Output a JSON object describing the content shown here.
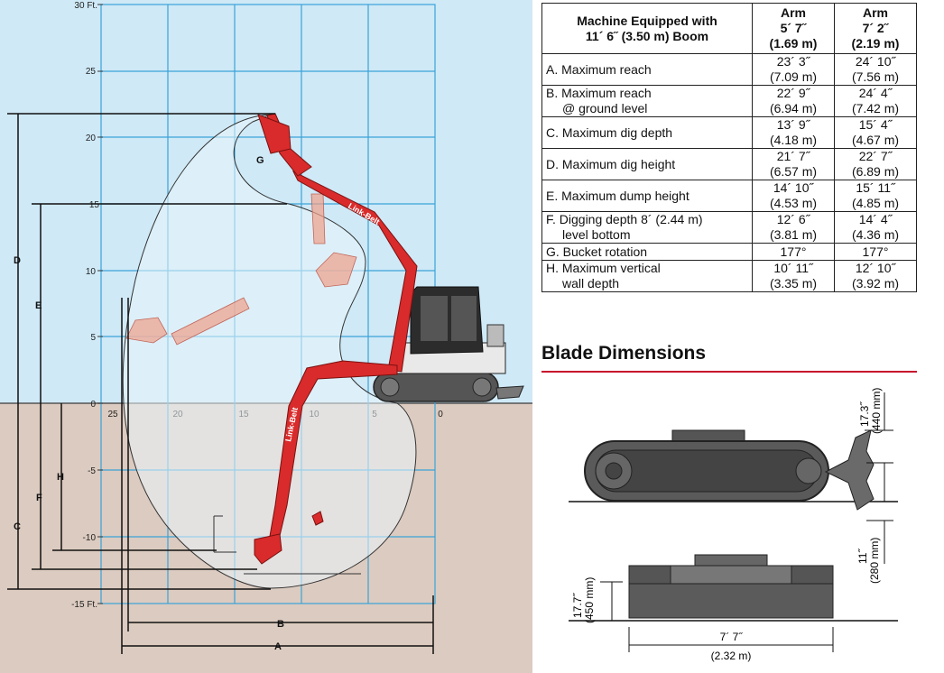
{
  "diagram": {
    "y_ticks": [
      "30 Ft.",
      "25",
      "20",
      "15",
      "10",
      "5",
      "0",
      "-5",
      "-10",
      "-15 Ft."
    ],
    "x_ticks": [
      "25",
      "20",
      "15",
      "10",
      "5",
      "0"
    ],
    "letters": {
      "A": "A",
      "B": "B",
      "C": "C",
      "D": "D",
      "E": "E",
      "F": "F",
      "G": "G",
      "H": "H"
    },
    "brand": "Link-Belt"
  },
  "table": {
    "header": {
      "col1": "Machine Equipped with 11´ 6˝ (3.50 m) Boom",
      "col1_line1": "Machine Equipped with",
      "col1_line2": "11´ 6˝ (3.50 m) Boom",
      "col2": [
        "Arm",
        "5´ 7˝",
        "(1.69 m)"
      ],
      "col3": [
        "Arm",
        "7´ 2˝",
        "(2.19 m)"
      ]
    },
    "rows": [
      {
        "l1": "A. Maximum reach",
        "l2": "",
        "a1": "23´ 3˝",
        "a2": "(7.09 m)",
        "b1": "24´ 10˝",
        "b2": "(7.56 m)"
      },
      {
        "l1": "B. Maximum reach",
        "l2": "@ ground level",
        "a1": "22´ 9˝",
        "a2": "(6.94 m)",
        "b1": "24´ 4˝",
        "b2": "(7.42 m)"
      },
      {
        "l1": "C. Maximum dig depth",
        "l2": "",
        "a1": "13´ 9˝",
        "a2": "(4.18 m)",
        "b1": "15´ 4˝",
        "b2": "(4.67 m)"
      },
      {
        "l1": "D. Maximum dig height",
        "l2": "",
        "a1": "21´ 7˝",
        "a2": "(6.57 m)",
        "b1": "22´ 7˝",
        "b2": "(6.89 m)"
      },
      {
        "l1": "E. Maximum dump height",
        "l2": "",
        "a1": "14´ 10˝",
        "a2": "(4.53 m)",
        "b1": "15´ 11˝",
        "b2": "(4.85 m)"
      },
      {
        "l1": "F. Digging depth 8´ (2.44 m)",
        "l2": "level bottom",
        "a1": "12´ 6˝",
        "a2": "(3.81 m)",
        "b1": "14´ 4˝",
        "b2": "(4.36 m)"
      },
      {
        "l1": "G. Bucket rotation",
        "l2": "",
        "a1": "177°",
        "a2": "",
        "b1": "177°",
        "b2": ""
      },
      {
        "l1": "H. Maximum vertical",
        "l2": "wall depth",
        "a1": "10´ 11˝",
        "a2": "(3.35 m)",
        "b1": "12´ 10˝",
        "b2": "(3.92 m)"
      }
    ]
  },
  "blade": {
    "title": "Blade Dimensions",
    "height_ft": "17.3˝",
    "height_mm": "(440 mm)",
    "depth_ft": "11˝",
    "depth_mm": "(280 mm)",
    "blade_h_ft": "17.7˝",
    "blade_h_mm": "(450 mm)",
    "width_ft": "7´ 7˝",
    "width_mm": "(2.32 m)"
  },
  "colors": {
    "sky": "#cfe9f7",
    "ground": "#d9c8bd",
    "grid": "#3aa3d8",
    "machine": "#d92b2b",
    "rule": "#c8102e"
  }
}
